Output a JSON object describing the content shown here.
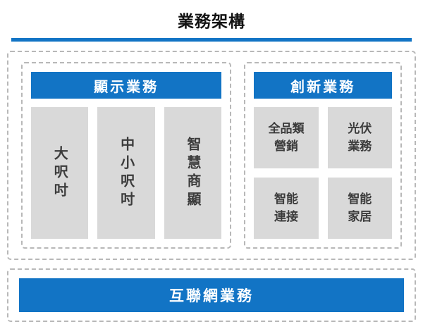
{
  "title": "業務架構",
  "colors": {
    "accent": "#1274c5",
    "box_bg": "#d9d9d9",
    "dashed_border": "#b8b8b8"
  },
  "sections": {
    "display": {
      "header": "顯示業務",
      "items": [
        "大呎吋",
        "中小呎吋",
        "智慧商顯"
      ]
    },
    "innovation": {
      "header": "創新業務",
      "items": [
        "全品類\n營銷",
        "光伏\n業務",
        "智能\n連接",
        "智能\n家居"
      ]
    },
    "internet": {
      "header": "互聯網業務"
    }
  }
}
